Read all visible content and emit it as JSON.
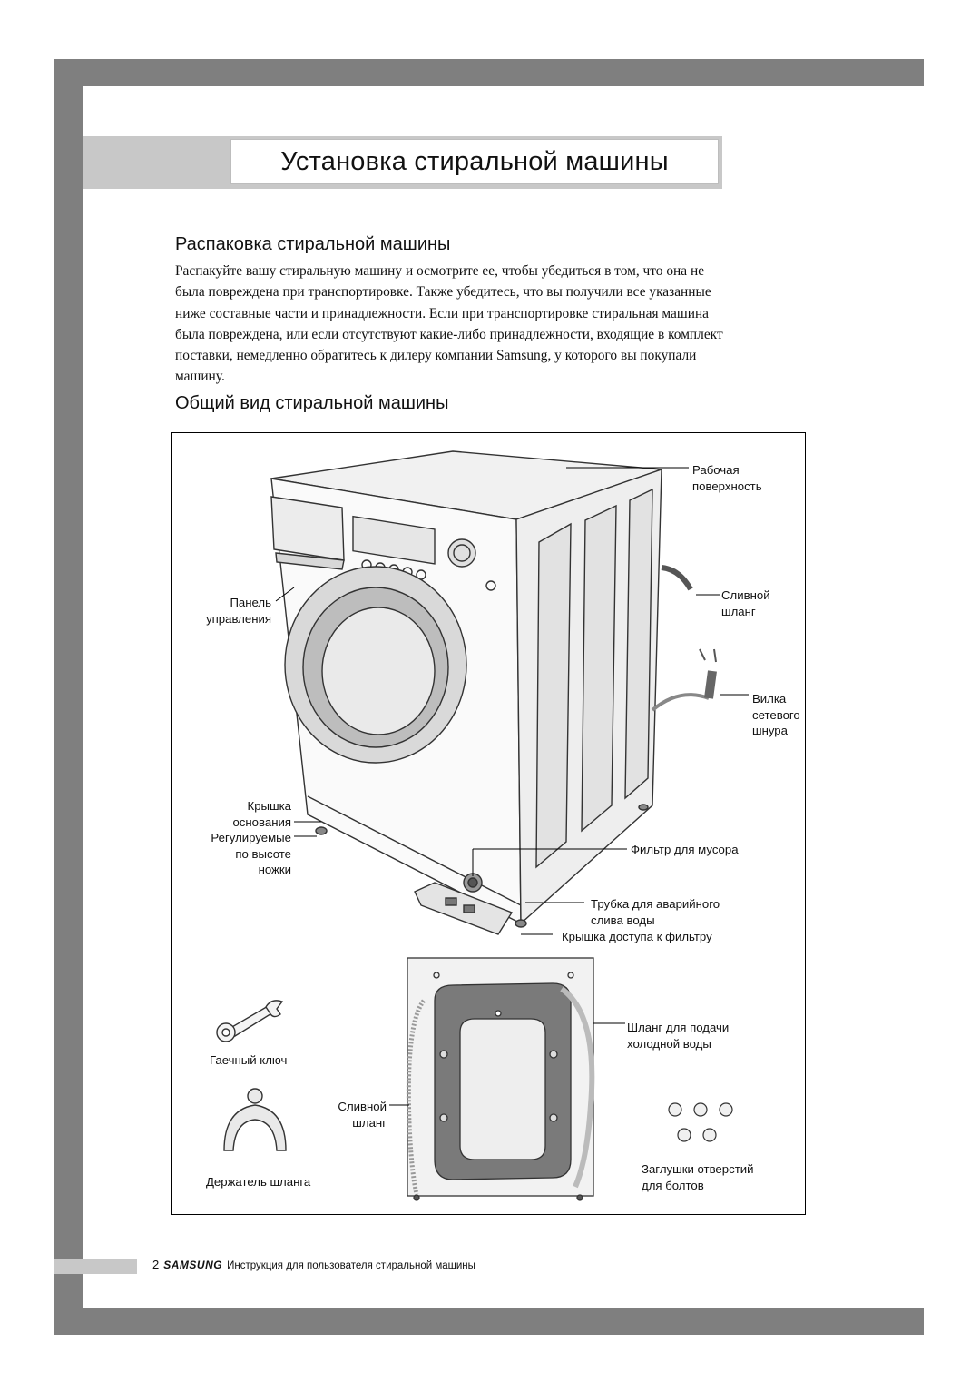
{
  "page_title": "Установка стиральной машины",
  "section_unpack": {
    "heading": "Распаковка стиральной машины",
    "lines": [
      "Распакуйте вашу стиральную машину и осмотрите ее, чтобы убедиться в том, что она не",
      "была повреждена при транспортировке. Также убедитесь, что вы получили все указанные",
      "ниже составные части и принадлежности. Если при транспортировке стиральная машина",
      "была повреждена, или если отсутствуют какие-либо принадлежности, входящие в комплект",
      "поставки, немедленно обратитесь к дилеру компании Samsung, у которого вы покупали",
      "машину."
    ]
  },
  "section_overview": {
    "heading": "Общий вид стиральной машины"
  },
  "labels": {
    "work_surface": [
      "Рабочая",
      "поверхность"
    ],
    "control_panel": [
      "Панель",
      "управления"
    ],
    "drain_hose": [
      "Сливной",
      "шланг"
    ],
    "plug": [
      "Вилка",
      "сетевого",
      "шнура"
    ],
    "base_cover": [
      "Крышка",
      "основания"
    ],
    "feet": [
      "Регулируемые",
      "по высоте",
      "ножки"
    ],
    "debris_filter": "Фильтр для мусора",
    "emergency_drain": [
      "Трубка для аварийного",
      "слива воды"
    ],
    "filter_cover": "Крышка доступа к фильтру",
    "wrench": "Гаечный ключ",
    "cold_water_hose": [
      "Шланг для подачи",
      "холодной воды"
    ],
    "drain_hose_back": [
      "Сливной",
      "шланг"
    ],
    "hose_holder": "Держатель шланга",
    "bolt_caps": [
      "Заглушки отверстий",
      "для болтов"
    ]
  },
  "footer": {
    "page_number": "2",
    "brand": "SAMSUNG",
    "text": "Инструкция для пользователя стиральной машины"
  }
}
